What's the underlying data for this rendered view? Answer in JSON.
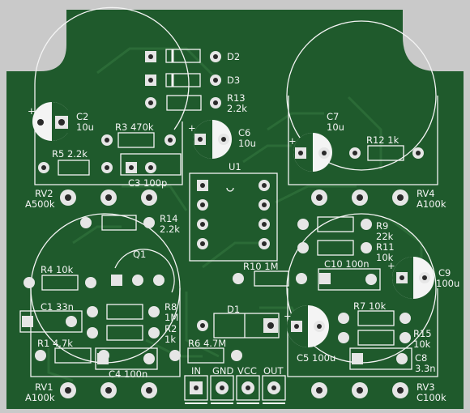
{
  "colors": {
    "background": "#c9c9c9",
    "board": "#1f5a2c",
    "trace": "#2b6b37",
    "silkscreen": "#f4f4f4",
    "pad_copper": "#e6e6e6",
    "hole": "#2a2a2a"
  },
  "labels": {
    "d2": "D2",
    "d3": "D3",
    "r13_ref": "R13",
    "r13_val": "2.2k",
    "c2_ref": "C2",
    "c2_val": "10u",
    "r3": "R3  470k",
    "r5": "R5  2.2k",
    "c3": "C3  100p",
    "c6_ref": "C6",
    "c6_val": "10u",
    "c7_ref": "C7",
    "c7_val": "10u",
    "r12": "R12  1k",
    "u1": "U1",
    "rv2_ref": "RV2",
    "rv2_val": "A500k",
    "rv4_ref": "RV4",
    "rv4_val": "A100k",
    "r14_ref": "R14",
    "r14_val": "2.2k",
    "r9_ref": "R9",
    "r9_val": "22k",
    "r11_ref": "R11",
    "r11_val": "10k",
    "q1": "Q1",
    "r4": "R4  10k",
    "r10": "R10  1M",
    "c10": "C10  100n",
    "c9_ref": "C9",
    "c9_val": "100u",
    "c1": "C1  33n",
    "r8_ref": "R8",
    "r8_val": "1M",
    "r2_ref": "R2",
    "r2_val": "1k",
    "d1": "D1",
    "r7": "R7  10k",
    "r15_ref": "R15",
    "r15_val": "10k",
    "r1": "R1  4.7k",
    "r6": "R6  4.7M",
    "c4": "C4  100n",
    "c5": "C5  100u",
    "c8_ref": "C8",
    "c8_val": "3.3n",
    "in": "IN",
    "gnd": "GND",
    "vcc": "VCC",
    "out": "OUT",
    "rv1_ref": "RV1",
    "rv1_val": "A100k",
    "rv3_ref": "RV3",
    "rv3_val": "C100k",
    "plus": "+"
  }
}
